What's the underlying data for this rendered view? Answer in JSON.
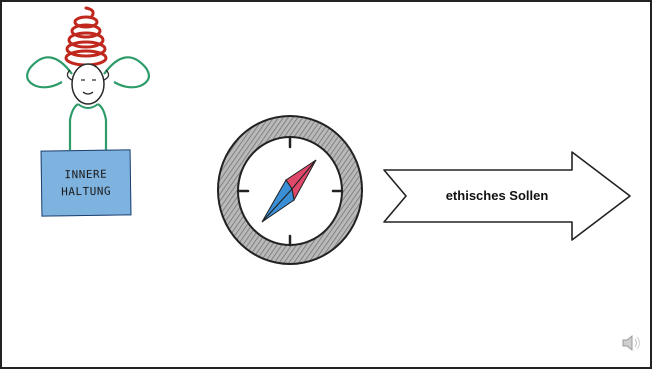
{
  "sign": {
    "line1": "INNERE",
    "line2": "HALTUNG"
  },
  "arrow": {
    "label": "ethisches Sollen"
  },
  "icons": {
    "figure": "person-hands-behind-head-with-spiral-icon",
    "compass": "compass-icon",
    "arrow": "right-arrow-icon",
    "speaker": "speaker-icon"
  },
  "colors": {
    "spiral": "#c0281e",
    "figure_outline": "#2e9c6a",
    "sign_fill": "#7fb3df",
    "compass_ring": "#8a8a8a",
    "needle_red": "#e0486a",
    "needle_blue": "#3a8fd6"
  }
}
